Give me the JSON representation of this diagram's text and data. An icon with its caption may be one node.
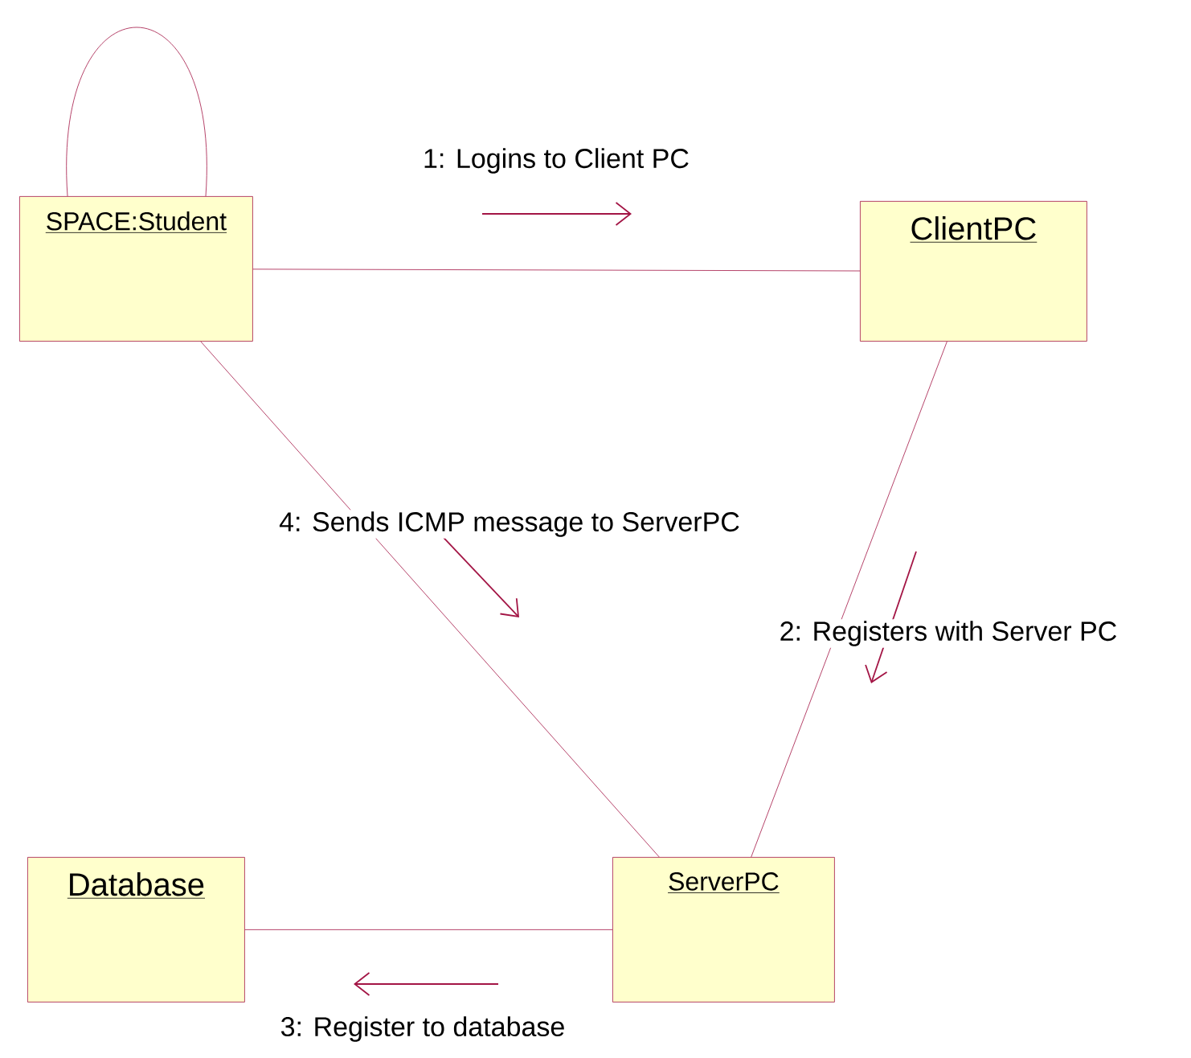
{
  "diagram": {
    "nodes": [
      {
        "text": [
          "SPACE:Student"
        ]
      },
      {
        "text": [
          "ClientPC"
        ]
      },
      {
        "text": [
          "Database"
        ]
      },
      {
        "text": [
          "ServerPC"
        ]
      }
    ],
    "edges": [
      {
        "from": 0,
        "to": 0,
        "arrow": "none"
      },
      {
        "from": 0,
        "to": 1,
        "arrow": "none",
        "label": "1: Logins to Client PC"
      },
      {
        "from": 1,
        "to": 3,
        "arrow": "none",
        "label": "2: Registers with Server PC"
      },
      {
        "from": 3,
        "to": 2,
        "arrow": "none",
        "label": "3: Register to database"
      },
      {
        "from": 0,
        "to": 3,
        "arrow": "none",
        "label": "4: Sends ICMP message to ServerPC"
      }
    ]
  }
}
